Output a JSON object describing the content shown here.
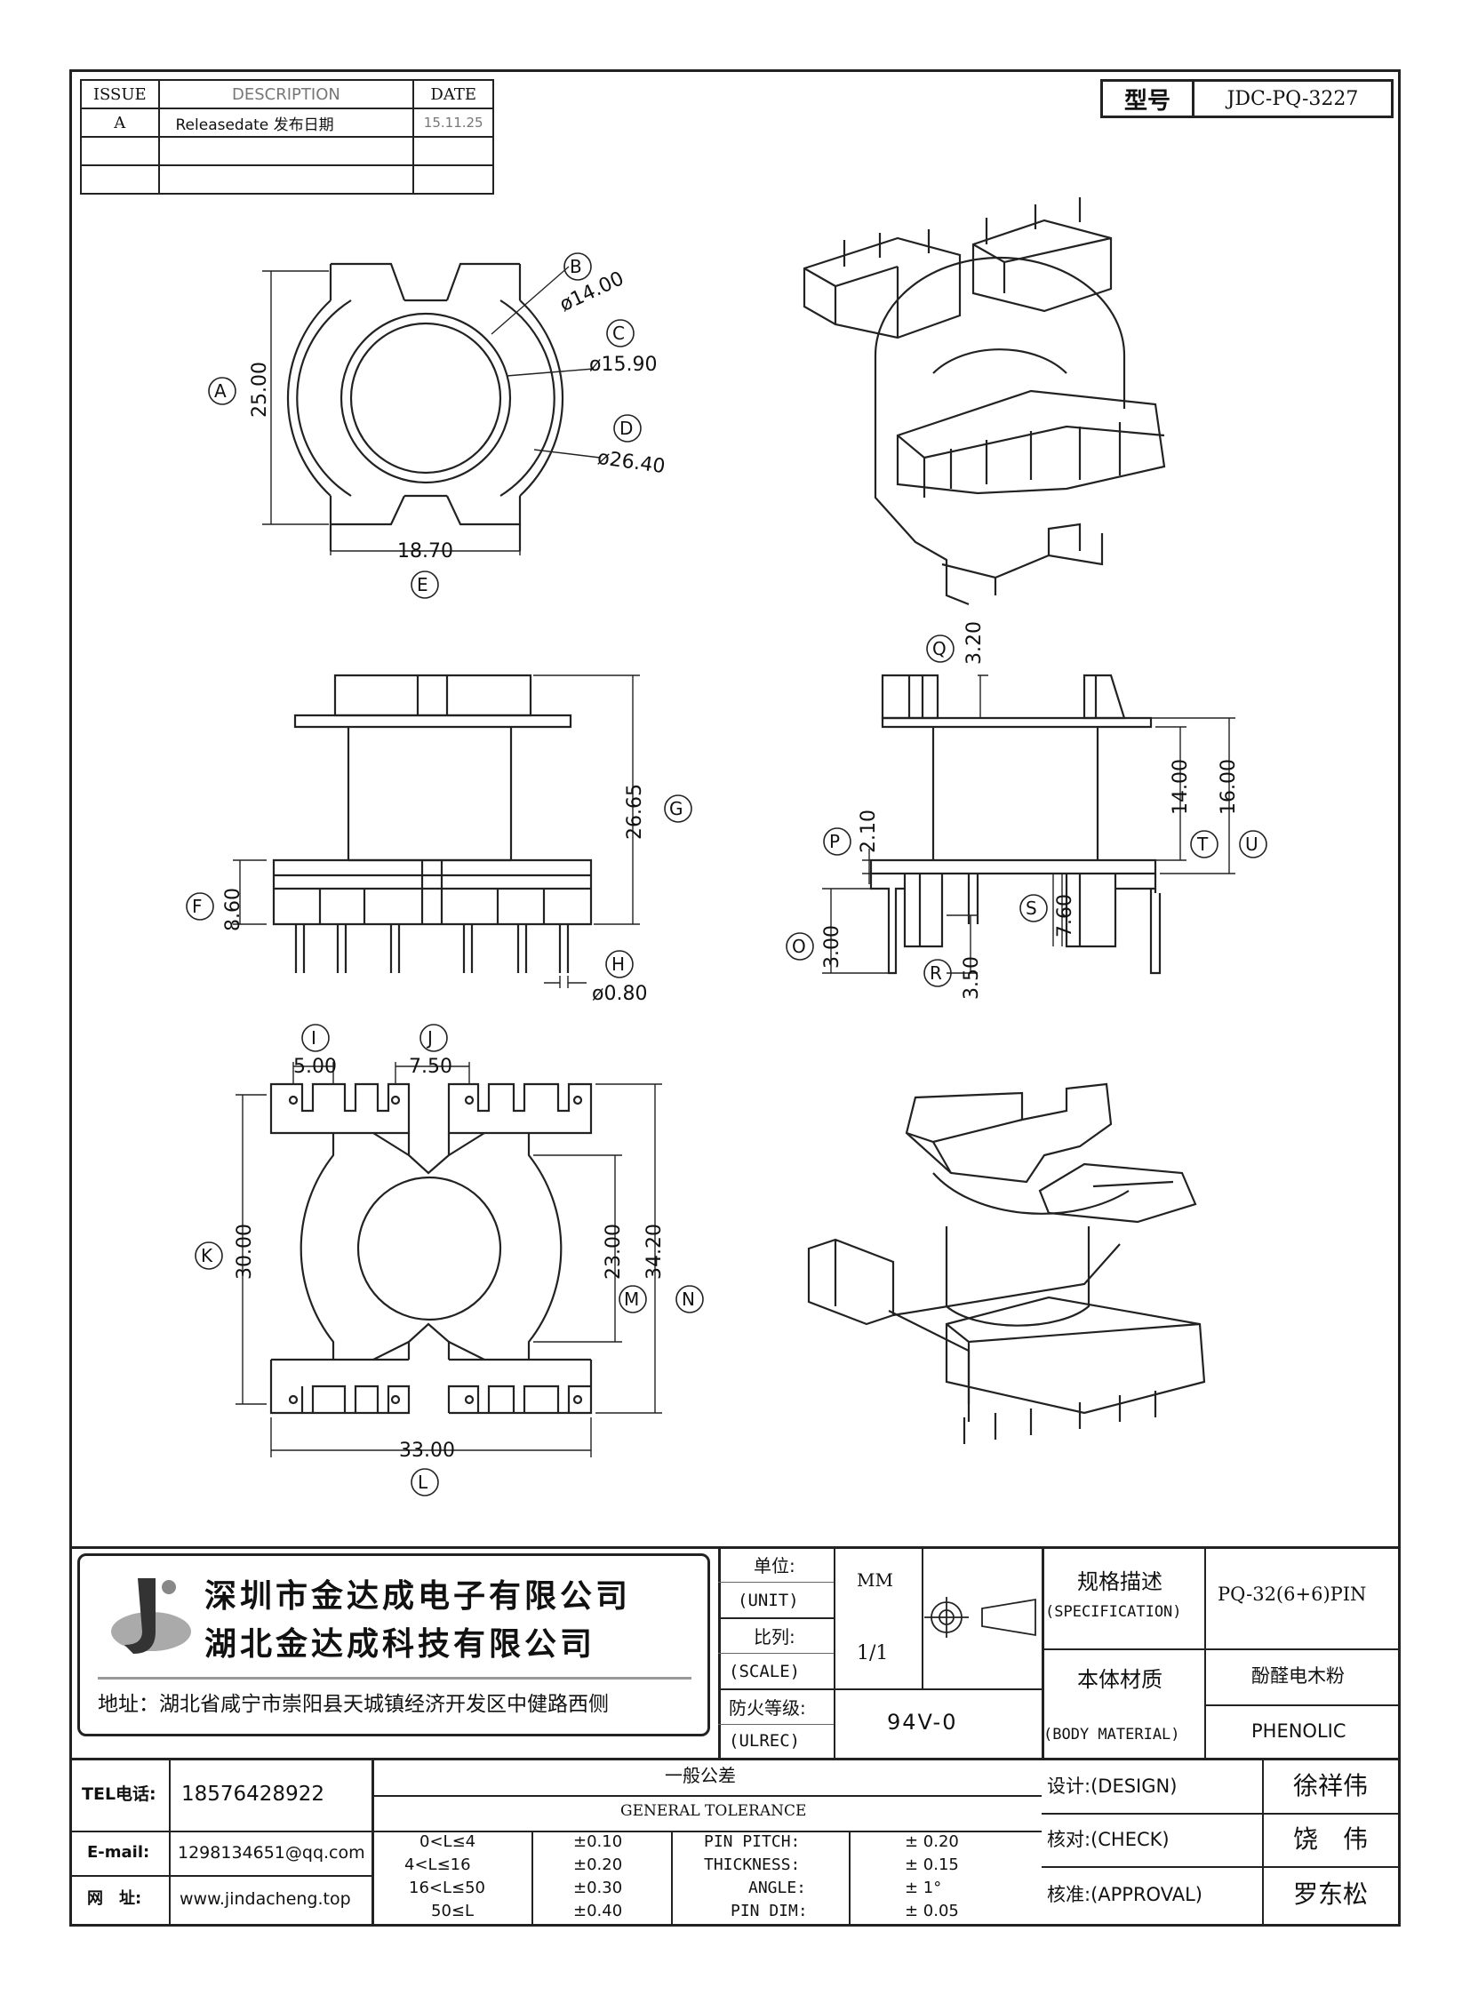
{
  "revision_table": {
    "headers": {
      "issue": "ISSUE",
      "description": "DESCRIPTION",
      "date": "DATE"
    },
    "rows": [
      {
        "issue": "A",
        "description": "Releasedate 发布日期",
        "date": "15.11.25"
      }
    ]
  },
  "part_number": {
    "label": "型号",
    "value": "JDC-PQ-3227"
  },
  "dimensions": {
    "A": {
      "letter": "A",
      "value": "25.00"
    },
    "B": {
      "letter": "B",
      "value": "ø14.00"
    },
    "C": {
      "letter": "C",
      "value": "ø15.90"
    },
    "D": {
      "letter": "D",
      "value": "ø26.40"
    },
    "E": {
      "letter": "E",
      "value": "18.70"
    },
    "F": {
      "letter": "F",
      "value": "8.60"
    },
    "G": {
      "letter": "G",
      "value": "26.65"
    },
    "H": {
      "letter": "H",
      "value": "ø0.80"
    },
    "I": {
      "letter": "I",
      "value": "5.00"
    },
    "J": {
      "letter": "J",
      "value": "7.50"
    },
    "K": {
      "letter": "K",
      "value": "30.00"
    },
    "L": {
      "letter": "L",
      "value": "33.00"
    },
    "M": {
      "letter": "M",
      "value": "23.00"
    },
    "N": {
      "letter": "N",
      "value": "34.20"
    },
    "O": {
      "letter": "O",
      "value": "3.00"
    },
    "P": {
      "letter": "P",
      "value": "2.10"
    },
    "Q": {
      "letter": "Q",
      "value": "3.20"
    },
    "R": {
      "letter": "R",
      "value": "3.50"
    },
    "S": {
      "letter": "S",
      "value": "7.60"
    },
    "T": {
      "letter": "T",
      "value": "14.00"
    },
    "U": {
      "letter": "U",
      "value": "16.00"
    }
  },
  "company": {
    "name_1": "深圳市金达成电子有限公司",
    "name_2": "湖北金达成科技有限公司",
    "address": "地址：湖北省咸宁市崇阳县天城镇经济开发区中健路西侧"
  },
  "title_block": {
    "unit_label": "单位:",
    "unit_label_en": "(UNIT)",
    "unit_value": "MM",
    "scale_label": "比列:",
    "scale_label_en": "(SCALE)",
    "scale_value": "1/1",
    "fire_label": "防火等级:",
    "fire_label_en": "(ULREC)",
    "fire_value": "94V-0",
    "spec_label": "规格描述",
    "spec_label_en": "(SPECIFICATION)",
    "spec_value": "PQ-32(6+6)PIN",
    "material_label": "本体材质",
    "material_label_en": "(BODY MATERIAL)",
    "material_value": "酚醛电木粉",
    "material_value_en": "PHENOLIC"
  },
  "contact": {
    "tel_label": "TEL电话:",
    "tel": "18576428922",
    "email_label": "E-mail:",
    "email": "1298134651@qq.com",
    "web_label": "网　址:",
    "web": "www.jindacheng.top"
  },
  "tolerance": {
    "title": "一般公差",
    "title_en": "GENERAL TOLERANCE",
    "ranges": [
      {
        "range": "0<L≤4",
        "tol": "±0.10"
      },
      {
        "range": "4<L≤16",
        "tol": "±0.20"
      },
      {
        "range": "16<L≤50",
        "tol": "±0.30"
      },
      {
        "range": "50≤L",
        "tol": "±0.40"
      }
    ],
    "specs": [
      {
        "name": "PIN PITCH:",
        "tol": "± 0.20"
      },
      {
        "name": "THICKNESS:",
        "tol": "± 0.15"
      },
      {
        "name": "ANGLE:",
        "tol": "± 1°"
      },
      {
        "name": "PIN DIM:",
        "tol": "± 0.05"
      }
    ]
  },
  "signoff": {
    "design_label": "设计:(DESIGN)",
    "design": "徐祥伟",
    "check_label": "核对:(CHECK)",
    "check": "饶　伟",
    "approval_label": "核准:(APPROVAL)",
    "approval": "罗东松"
  }
}
